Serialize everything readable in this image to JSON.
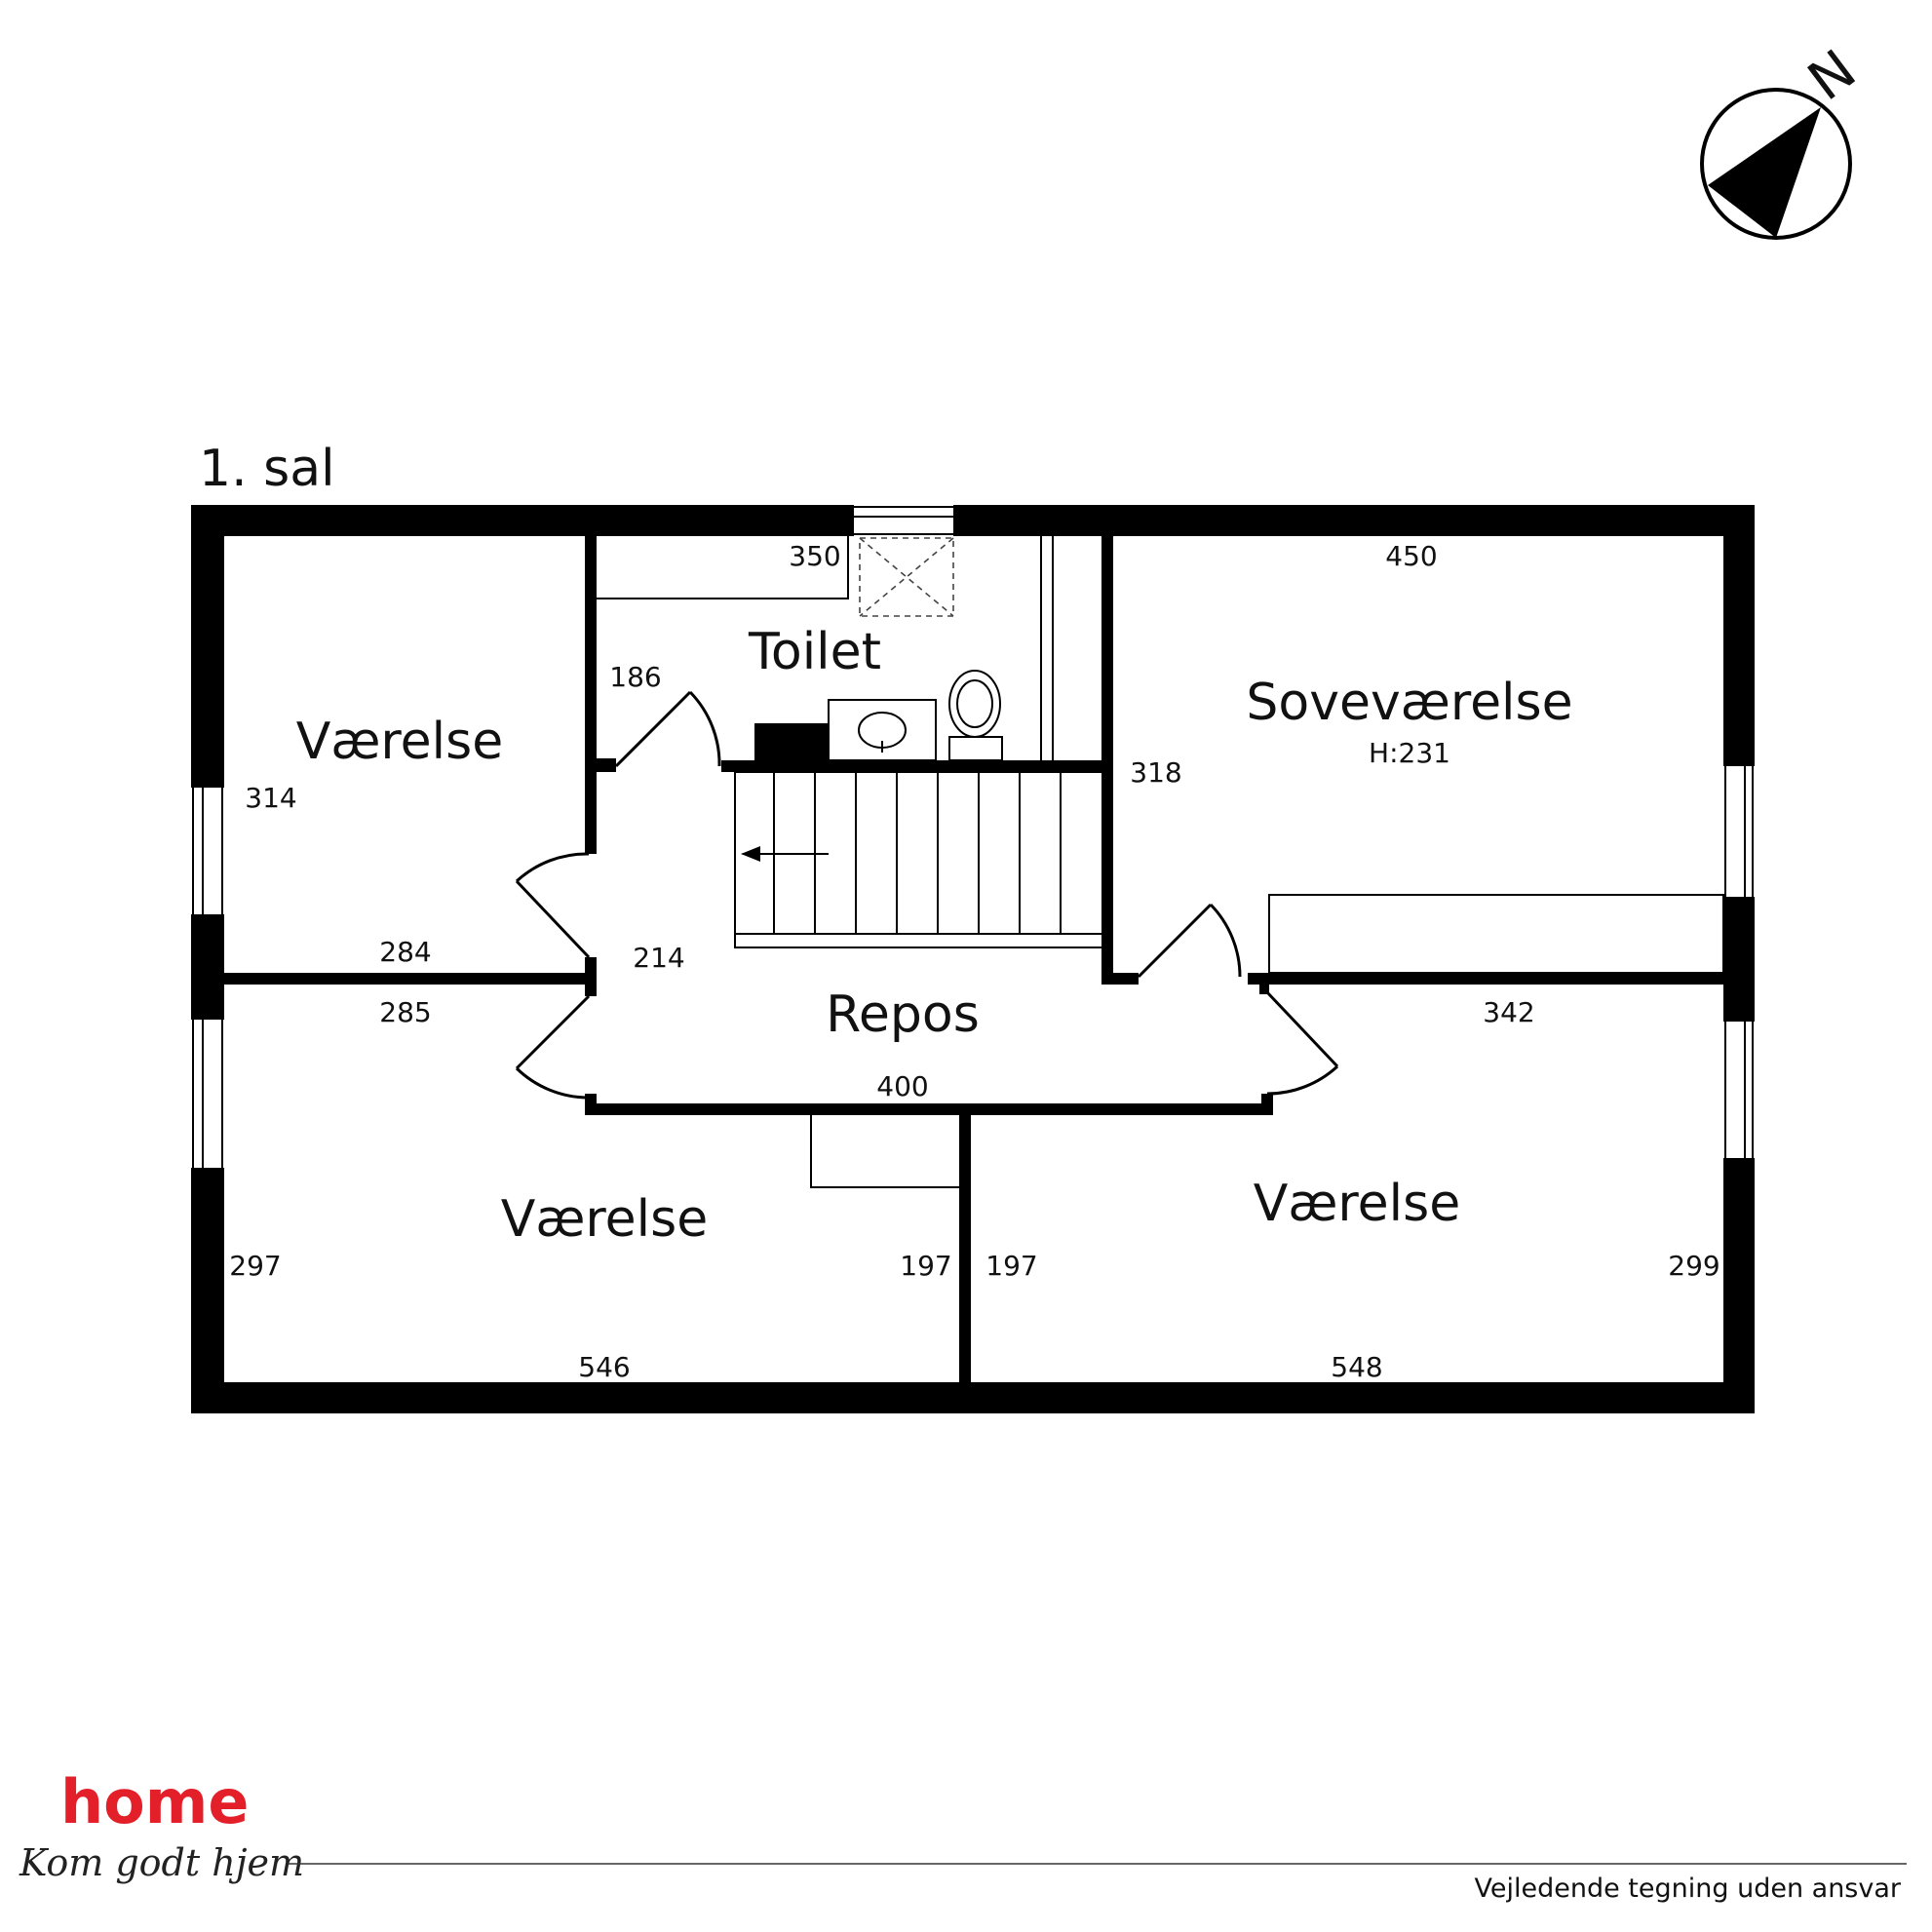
{
  "floor_title": "1. sal",
  "compass": {
    "label": "N",
    "icon": "north-arrow-icon"
  },
  "rooms": {
    "vaerelse_topleft": {
      "name": "Værelse",
      "dims": [
        "314",
        "284"
      ]
    },
    "toilet": {
      "name": "Toilet",
      "dims": [
        "350",
        "186"
      ]
    },
    "sovevaerelse": {
      "name": "Soveværelse",
      "height": "H:231",
      "dims": [
        "450",
        "318"
      ]
    },
    "repos": {
      "name": "Repos",
      "dims": [
        "214",
        "400"
      ]
    },
    "vaerelse_bottomleft": {
      "name": "Værelse",
      "dims": [
        "285",
        "297",
        "197",
        "546"
      ]
    },
    "vaerelse_bottomright": {
      "name": "Værelse",
      "dims": [
        "342",
        "197",
        "299",
        "548"
      ]
    }
  },
  "footer": {
    "brand": "home",
    "slogan": "Kom godt hjem",
    "disclaimer": "Vejledende tegning uden ansvar"
  },
  "colors": {
    "brand": "#e3202a",
    "walls": "#000000",
    "background": "#ffffff"
  }
}
